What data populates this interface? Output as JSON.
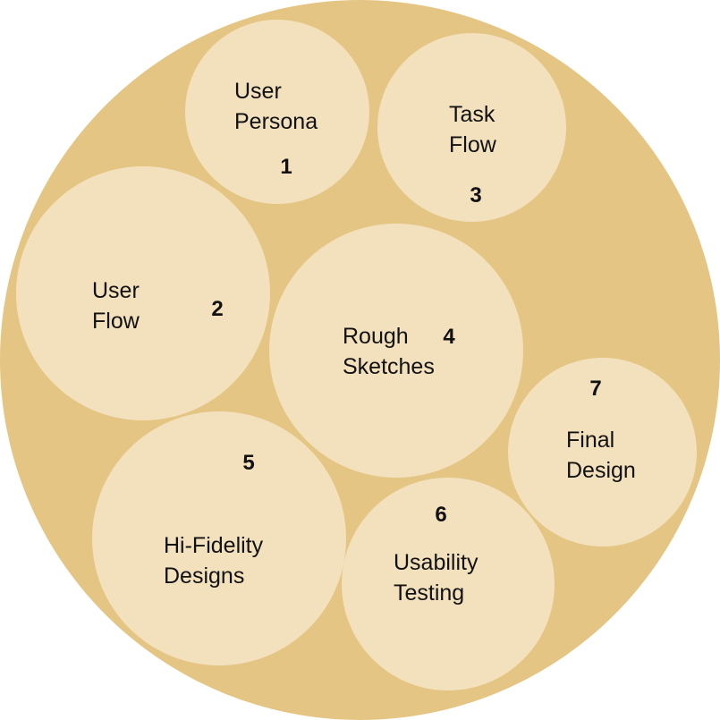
{
  "colors": {
    "outer_fill": "#e4c583",
    "bubble_fill": "#f3e1bd"
  },
  "steps": [
    {
      "number": "1",
      "line1": "User",
      "line2": "Persona"
    },
    {
      "number": "2",
      "line1": "User",
      "line2": "Flow"
    },
    {
      "number": "3",
      "line1": "Task",
      "line2": "Flow"
    },
    {
      "number": "4",
      "line1": "Rough",
      "line2": "Sketches"
    },
    {
      "number": "5",
      "line1": "Hi-Fidelity",
      "line2": "Designs"
    },
    {
      "number": "6",
      "line1": "Usability",
      "line2": "Testing"
    },
    {
      "number": "7",
      "line1": "Final",
      "line2": "Design"
    }
  ]
}
